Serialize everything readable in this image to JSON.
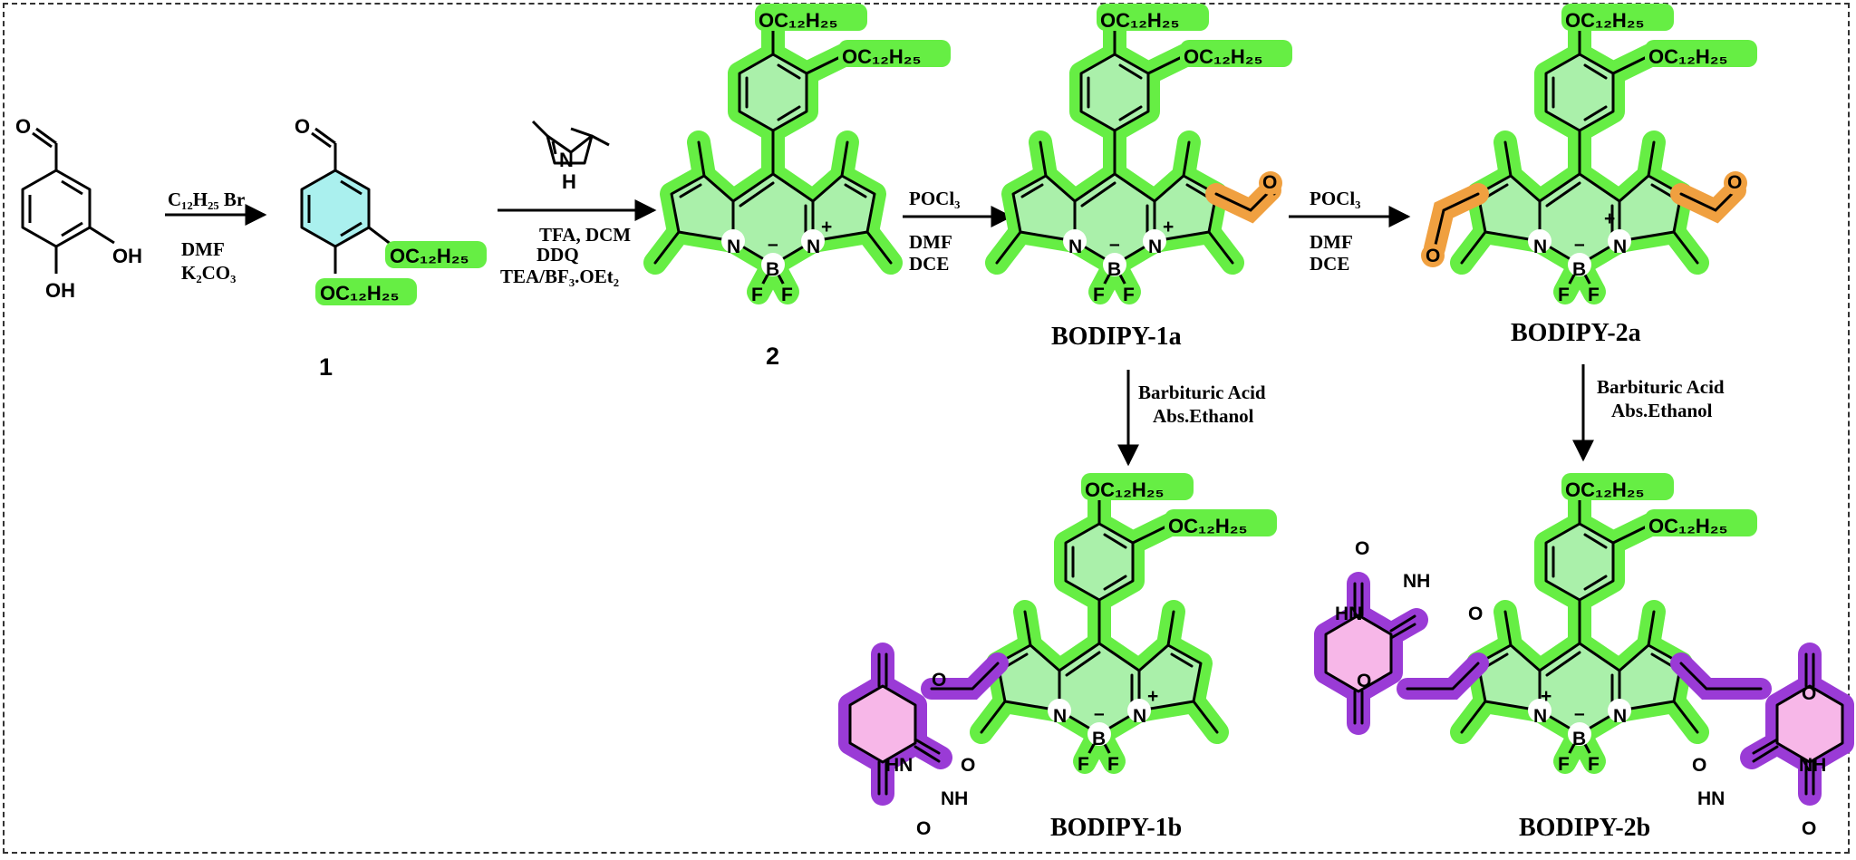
{
  "steps": {
    "s1": {
      "line1": "C₁₂H₂₅ Br",
      "line2": "DMF",
      "line3": "K₂CO₃"
    },
    "s2": {
      "line1": "TFA, DCM",
      "line2": "DDQ",
      "line3": "TEA/BF₃.OEt₂"
    },
    "s3": {
      "line1": "POCl₃",
      "line2": "DMF",
      "line3": "DCE"
    },
    "s4": {
      "line1": "POCl₃",
      "line2": "DMF",
      "line3": "DCE"
    },
    "s5": {
      "line1": "Barbituric Acid",
      "line2": "Abs.Ethanol"
    },
    "s6": {
      "line1": "Barbituric Acid",
      "line2": "Abs.Ethanol"
    }
  },
  "compounds": {
    "c1": "1",
    "c2": "2",
    "c1a": "BODIPY-1a",
    "c2a": "BODIPY-2a",
    "c1b": "BODIPY-1b",
    "c2b": "BODIPY-2b"
  },
  "atoms": {
    "chain": "OC₁₂H₂₅",
    "O": "O",
    "OH": "OH",
    "N": "N",
    "NH": "NH",
    "H": "H",
    "B": "B",
    "F": "F",
    "HN": "HN",
    "plus": "+",
    "minus": "–"
  },
  "colors": {
    "green_highlight": "#66ee44",
    "aromatic_fill": "#aaf0ee",
    "orange_highlight": "#f0a040",
    "purple_highlight": "#9a3bd6",
    "pink_fill": "#f7b7e8"
  }
}
